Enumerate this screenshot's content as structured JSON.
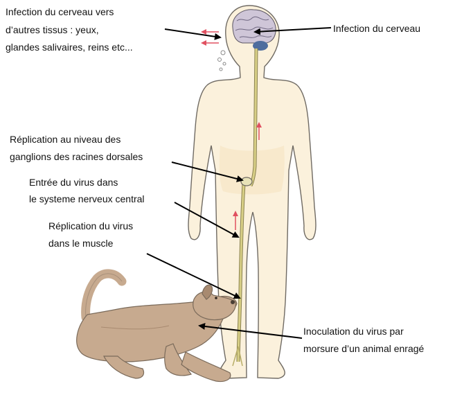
{
  "diagram": {
    "labels": {
      "brain_spread": [
        "Infection du cerveau vers",
        "d’autres tissus :  yeux,",
        "glandes salivaires, reins etc..."
      ],
      "brain_infection": [
        "Infection du cerveau"
      ],
      "ganglia_replication": [
        "Réplication au niveau des",
        "ganglions des racines dorsales"
      ],
      "cns_entry": [
        "Entrée du virus dans",
        "le systeme nerveux central"
      ],
      "muscle_replication": [
        "Réplication du virus",
        "dans le muscle"
      ],
      "bite_inoculation": [
        "Inoculation du virus par",
        "morsure d’un animal enragé"
      ]
    }
  },
  "colors": {
    "body_fill": "#fbf1dc",
    "body_outline": "#6f6a63",
    "nerve": "#d8cf86",
    "nerve_outline": "#8a8250",
    "brain": "#cfc6d8",
    "cerebellum": "#4e6d9e",
    "dog_fill": "#c7aa8f",
    "dog_shadow": "#a88a70",
    "virus_arrow": "#e05060",
    "callout": "#000000"
  }
}
